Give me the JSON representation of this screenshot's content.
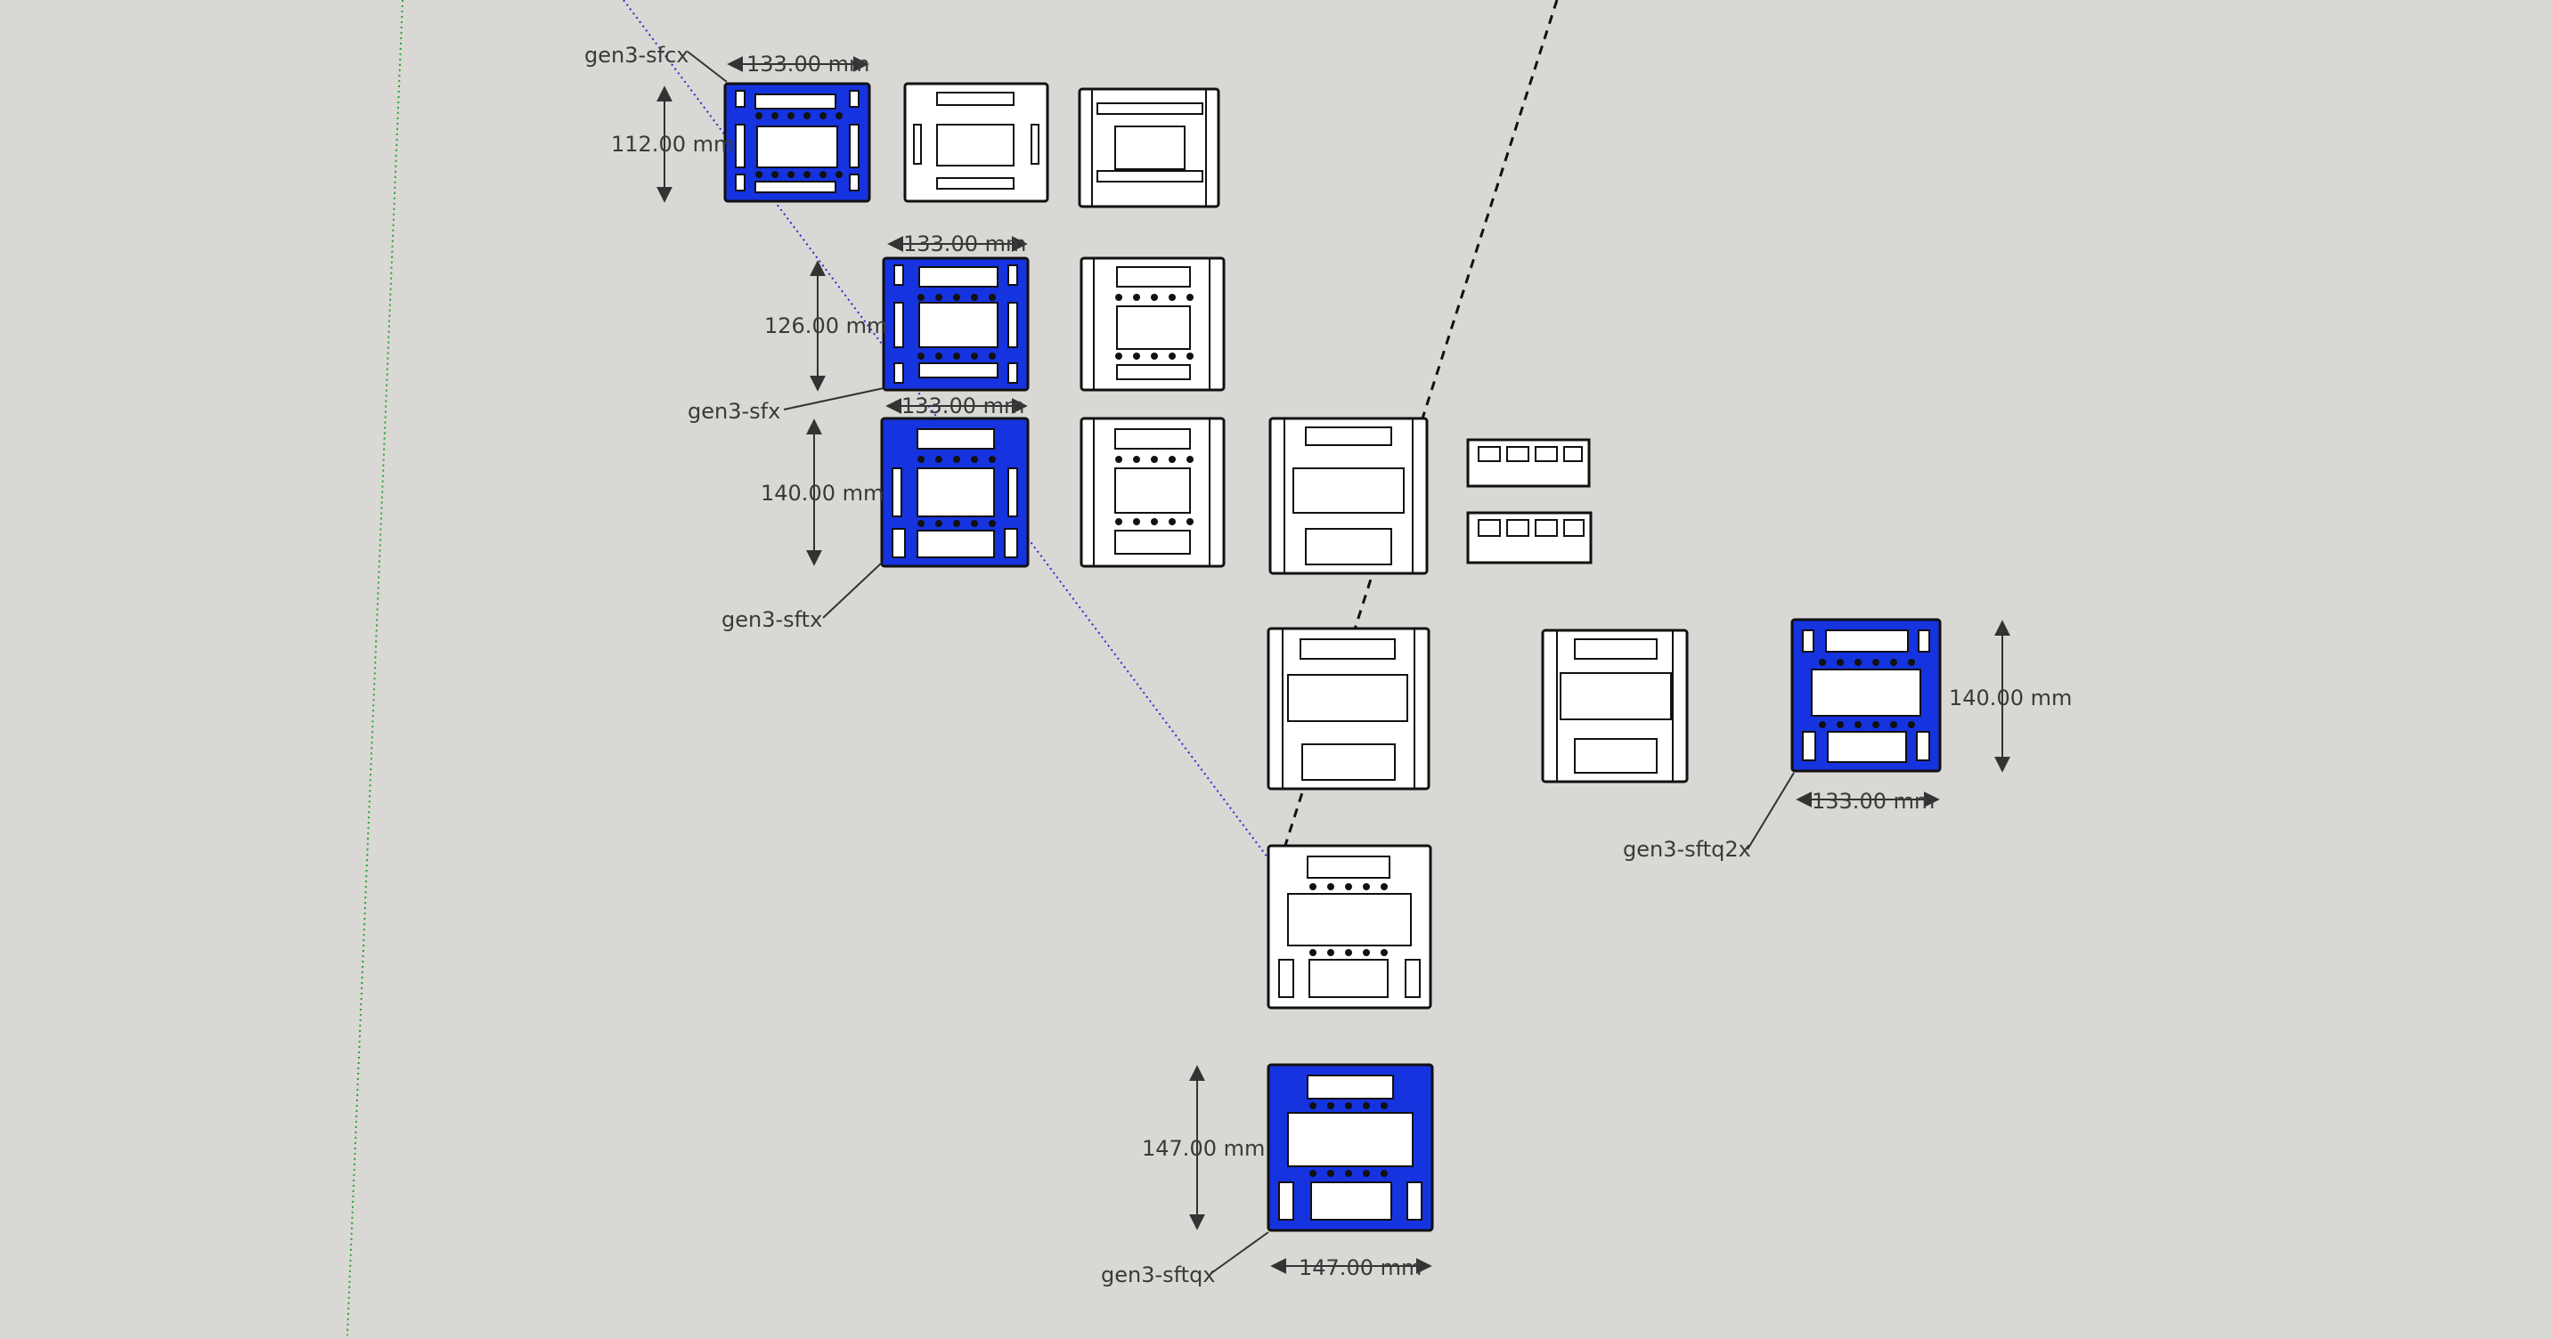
{
  "app": {
    "view": "SketchUp model viewport"
  },
  "labels": {
    "sfcx": "gen3-sfcx",
    "sfx": "gen3-sfx",
    "sftx": "gen3-sftx",
    "sftqx": "gen3-sftqx",
    "sftq2x": "gen3-sftq2x"
  },
  "dimensions": {
    "sfcx_w": "133.00 mm",
    "sfcx_h": "112.00 mm",
    "sfx_w": "133.00 mm",
    "sfx_h": "126.00 mm",
    "sftx_w": "133.00 mm",
    "sftx_h": "140.00 mm",
    "sftq2x_w": "133.00 mm",
    "sftq2x_h": "140.00 mm",
    "sftqx_w": "147.00 mm",
    "sftqx_h": "147.00 mm"
  },
  "colors": {
    "background": "#d9d8d4",
    "selected_face": "#1633e0",
    "unselected_face": "#ffffff",
    "edge": "#111111",
    "green_axis": "#2ea02e",
    "blue_axis": "#2a2ad0"
  }
}
